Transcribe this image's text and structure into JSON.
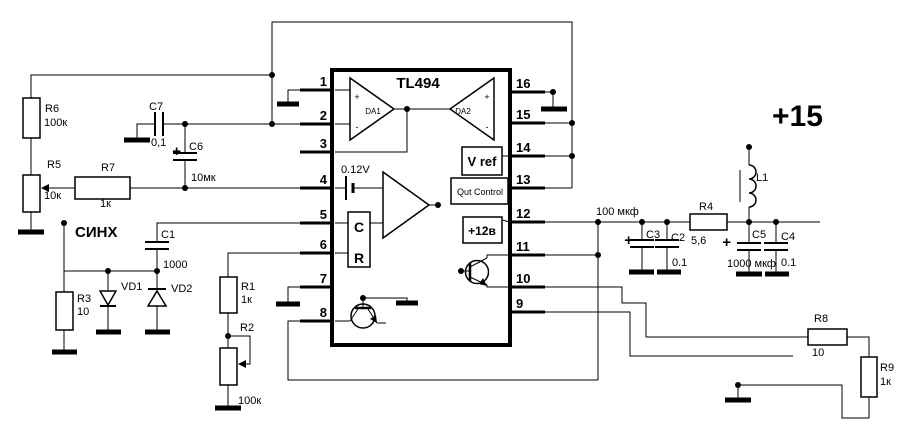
{
  "ic": {
    "title": "TL494",
    "pins_left": [
      "1",
      "2",
      "3",
      "4",
      "5",
      "6",
      "7",
      "8"
    ],
    "pins_right": [
      "16",
      "15",
      "14",
      "13",
      "12",
      "11",
      "10",
      "9"
    ],
    "blocks": {
      "amp1": "DA1",
      "amp2": "DA2",
      "plus": "+",
      "minus": "-",
      "vref": "V ref",
      "out_control": "Qut Control",
      "v12": "+12в",
      "deadtime": "0.12V",
      "osc_c": "C",
      "osc_r": "R"
    }
  },
  "nets": {
    "sync": "СИНХ",
    "supply": "+15",
    "vcc_cap_note": "100 мкф"
  },
  "resistors": {
    "R6": {
      "ref": "R6",
      "value": "100к"
    },
    "R5": {
      "ref": "R5",
      "value": "10к"
    },
    "R7": {
      "ref": "R7",
      "value": "1к"
    },
    "R3": {
      "ref": "R3",
      "value": "10"
    },
    "R1": {
      "ref": "R1",
      "value": "1к"
    },
    "R2": {
      "ref": "R2",
      "value": "100к"
    },
    "R4": {
      "ref": "R4",
      "value": "5,6"
    },
    "R8": {
      "ref": "R8",
      "value": "10"
    },
    "R9": {
      "ref": "R9",
      "value": "1к"
    }
  },
  "capacitors": {
    "C7": {
      "ref": "C7",
      "value": "0,1"
    },
    "C6": {
      "ref": "C6",
      "value": "10мк",
      "plus": "+"
    },
    "C1": {
      "ref": "C1",
      "value": "1000"
    },
    "C3": {
      "ref": "C3",
      "plus": "+"
    },
    "C2": {
      "ref": "C2",
      "value": "0.1"
    },
    "C5": {
      "ref": "C5",
      "value": "1000 мкф",
      "plus": "+"
    },
    "C4": {
      "ref": "C4",
      "value": "0.1"
    }
  },
  "inductors": {
    "L1": {
      "ref": "L1"
    }
  },
  "diodes": {
    "VD1": {
      "ref": "VD1"
    },
    "VD2": {
      "ref": "VD2"
    }
  }
}
